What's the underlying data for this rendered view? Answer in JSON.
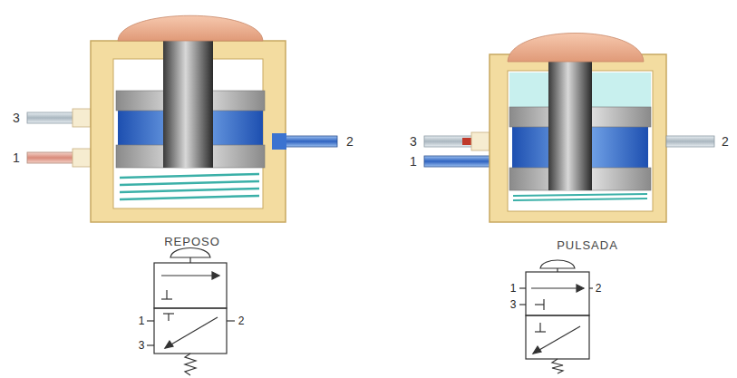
{
  "diagram": {
    "labels": [
      "3",
      "1",
      "2",
      "REPOSO",
      "3",
      "1",
      "2",
      "PULSADA",
      "1",
      "2",
      "3",
      "1",
      "2",
      "3"
    ]
  }
}
